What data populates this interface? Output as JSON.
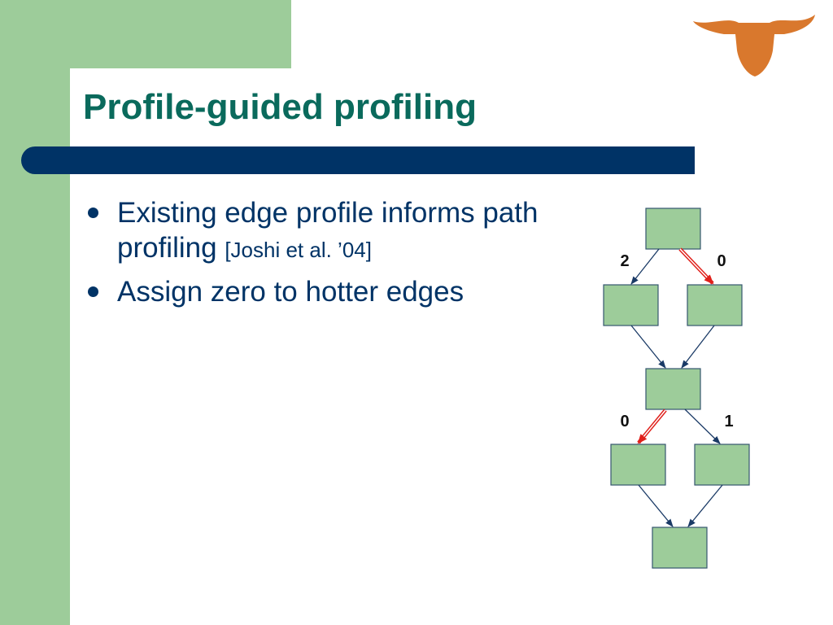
{
  "slide": {
    "title": "Profile-guided profiling",
    "bullets": [
      {
        "text": "Existing edge profile informs path profiling",
        "citation": "[Joshi et al. ’04]"
      },
      {
        "text": "Assign zero to hotter edges",
        "citation": ""
      }
    ]
  },
  "diagram": {
    "edge_labels": [
      "2",
      "0",
      "0",
      "1"
    ]
  },
  "logo": {
    "icon": "longhorn-icon"
  },
  "colors": {
    "sidebar": "#9dcc9a",
    "title": "#0a6a5c",
    "title_bar": "#003366",
    "node_fill": "#9dcc9a",
    "hot_edge": "#e0201b",
    "edge": "#1a3a66",
    "logo": "#d9782d"
  }
}
